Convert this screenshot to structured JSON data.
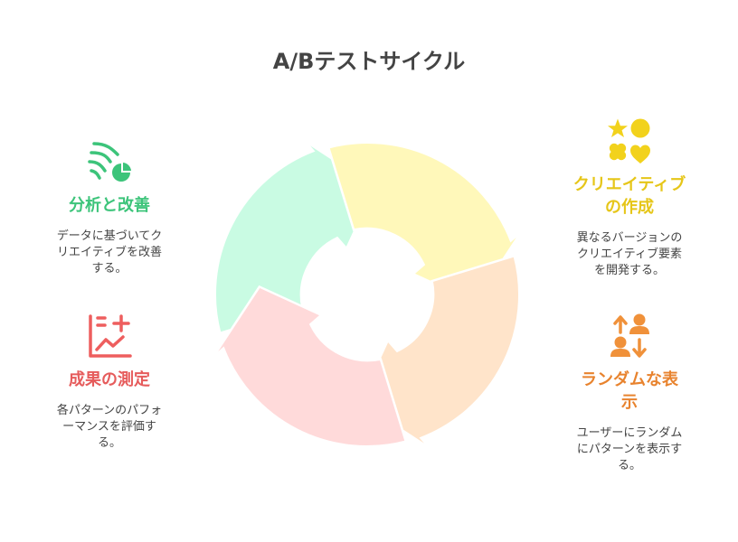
{
  "title": "A/Bテストサイクル",
  "steps": {
    "create": {
      "heading_line1": "クリエイティブ",
      "heading_line2": "の作成",
      "desc_line1": "異なるバージョンの",
      "desc_line2": "クリエイティブ要素",
      "desc_line3": "を開発する。",
      "color": "#E6C619",
      "icon": "shapes-icon"
    },
    "random": {
      "heading_line1": "ランダムな表",
      "heading_line2": "示",
      "desc_line1": "ユーザーにランダム",
      "desc_line2": "にパターンを表示す",
      "desc_line3": "る。",
      "color": "#E8832E",
      "icon": "users-swap-icon"
    },
    "measure": {
      "heading_line1": "成果の測定",
      "desc_line1": "各パターンのパフォ",
      "desc_line2": "ーマンスを評価す",
      "desc_line3": "る。",
      "color": "#E65C5C",
      "icon": "chart-plus-icon"
    },
    "analyze": {
      "heading_line1": "分析と改善",
      "desc_line1": "データに基づいてク",
      "desc_line2": "リエイティブを改善",
      "desc_line3": "する。",
      "color": "#3CC47A",
      "icon": "data-analysis-icon"
    }
  },
  "segment_colors": {
    "create": "#FFF8BA",
    "random": "#FFE4CA",
    "measure": "#FFDADA",
    "analyze": "#C9FBE3"
  }
}
